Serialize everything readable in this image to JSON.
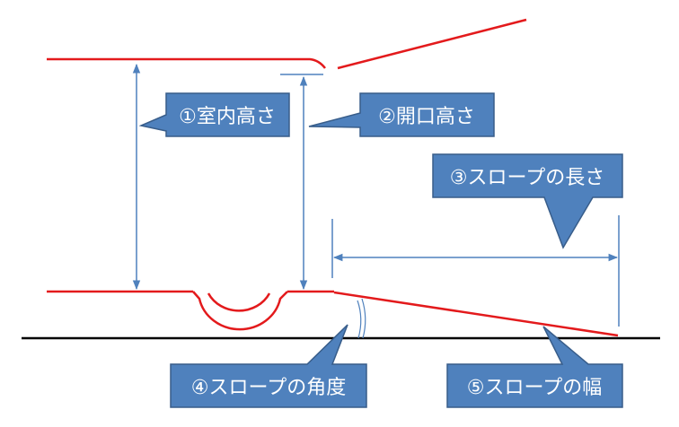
{
  "labels": {
    "room_height": "①室内高さ",
    "opening_height": "②開口高さ",
    "slope_length": "③スロープの長さ",
    "slope_angle": "④スロープの角度",
    "slope_width": "⑤スロープの幅"
  },
  "colors": {
    "vehicle_outline": "#e31a1c",
    "ground": "#000000",
    "dimension": "#4f81bd",
    "callout_fill": "#4f81bd",
    "callout_stroke": "#385d8a",
    "callout_text": "#ffffff"
  }
}
